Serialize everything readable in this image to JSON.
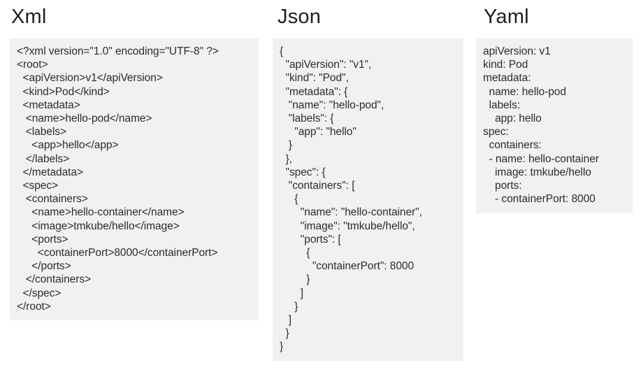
{
  "columns": [
    {
      "heading": "Xml",
      "format": "xml",
      "code": "<?xml version=\"1.0\" encoding=\"UTF-8\" ?>\n<root>\n  <apiVersion>v1</apiVersion>\n  <kind>Pod</kind>\n  <metadata>\n   <name>hello-pod</name>\n   <labels>\n     <app>hello</app>\n   </labels>\n  </metadata>\n  <spec>\n   <containers>\n     <name>hello-container</name>\n     <image>tmkube/hello</image>\n     <ports>\n       <containerPort>8000</containerPort>\n     </ports>\n   </containers>\n  </spec>\n</root>"
    },
    {
      "heading": "Json",
      "format": "json",
      "code": "{\n  \"apiVersion\": \"v1\",\n  \"kind\": \"Pod\",\n  \"metadata\": {\n   \"name\": \"hello-pod\",\n   \"labels\": {\n     \"app\": \"hello\"\n   }\n  },\n  \"spec\": {\n   \"containers\": [\n     {\n       \"name\": \"hello-container\",\n       \"image\": \"tmkube/hello\",\n       \"ports\": [\n         {\n           \"containerPort\": 8000\n         }\n       ]\n     }\n   ]\n  }\n}"
    },
    {
      "heading": "Yaml",
      "format": "yaml",
      "code": "apiVersion: v1\nkind: Pod\nmetadata:\n  name: hello-pod\n  labels:\n    app: hello\nspec:\n  containers:\n  - name: hello-container\n    image: tmkube/hello\n    ports:\n    - containerPort: 8000"
    }
  ],
  "colors": {
    "page_background": "#ffffff",
    "panel_background": "#f1f1f1",
    "code_text": "#2b2b2b",
    "heading_text": "#1f1f1f"
  }
}
